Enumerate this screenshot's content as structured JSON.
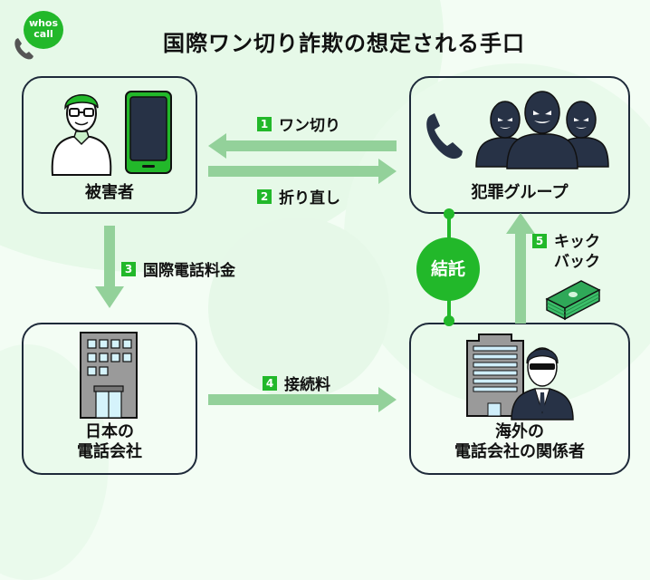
{
  "logo": {
    "line1": "whos",
    "line2": "call"
  },
  "title": "国際ワン切り詐欺の想定される手口",
  "nodes": {
    "victim": "被害者",
    "criminal_group": "犯罪グループ",
    "japan_carrier_line1": "日本の",
    "japan_carrier_line2": "電話会社",
    "overseas_line1": "海外の",
    "overseas_line2": "電話会社の関係者"
  },
  "steps": [
    {
      "num": "1",
      "label": "ワン切り"
    },
    {
      "num": "2",
      "label": "折り直し"
    },
    {
      "num": "3",
      "label": "国際電話料金"
    },
    {
      "num": "4",
      "label": "接続料"
    },
    {
      "num": "5",
      "label_line1": "キック",
      "label_line2": "バック"
    }
  ],
  "collusion": "結託",
  "colors": {
    "brand_green": "#22b82a",
    "arrow_green": "#93d19a",
    "navy": "#1e2a3a",
    "background": "#f3fdf4"
  }
}
